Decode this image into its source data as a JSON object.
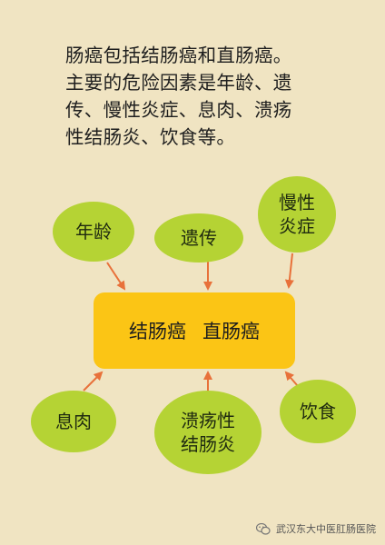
{
  "intro": {
    "lines": [
      "肠癌包括结肠癌和直肠癌。",
      "主要的危险因素是年龄、遗",
      "传、慢性炎症、息肉、溃疡",
      "性结肠炎、饮食等。"
    ]
  },
  "center": {
    "term1": "结肠癌",
    "term2": "直肠癌"
  },
  "factors": {
    "age": "年龄",
    "genetics": "遗传",
    "chronic_inflammation": [
      "慢性",
      "炎症"
    ],
    "polyps": "息肉",
    "ulcerative_colitis": [
      "溃疡性",
      "结肠炎"
    ],
    "diet": "饮食"
  },
  "colors": {
    "background": "#f0e4c2",
    "bubble": "#b5d334",
    "center_box": "#fbc515",
    "arrow": "#e8713a"
  },
  "watermark": {
    "text": "武汉东大中医肛肠医院"
  }
}
